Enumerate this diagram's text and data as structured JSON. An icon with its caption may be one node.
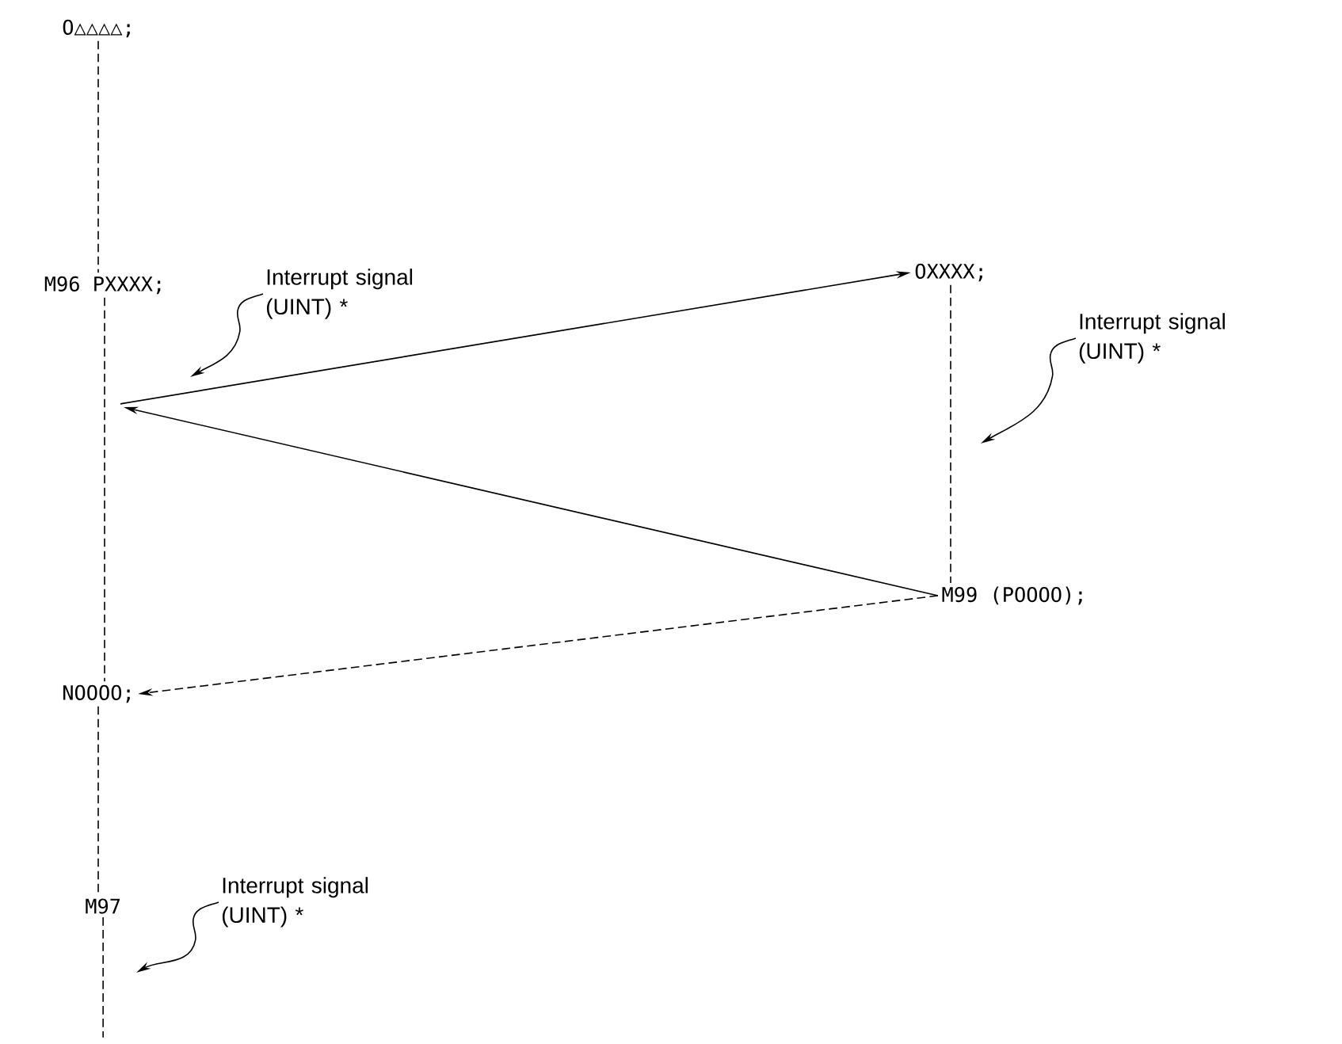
{
  "diagram": {
    "nodes": [
      {
        "text": [
          "O△△△△;"
        ]
      },
      {
        "text": [
          "M96 PXXXX;"
        ]
      },
      {
        "text": [
          "OXXXX;"
        ]
      },
      {
        "text": [
          "M99 (POOOO);"
        ]
      },
      {
        "text": [
          "NOOOO;"
        ]
      },
      {
        "text": [
          "M97"
        ]
      },
      {
        "text": [
          "Interrupt signal (UINT) *"
        ]
      },
      {
        "text": [
          "Interrupt signal (UINT) *"
        ]
      },
      {
        "text": [
          "Interrupt signal (UINT) *"
        ]
      }
    ],
    "edges": [
      {
        "from": 0,
        "to": 1,
        "arrow": "none",
        "style": "dashed"
      },
      {
        "from": 1,
        "to": 4,
        "arrow": "none",
        "style": "dashed"
      },
      {
        "from": 4,
        "to": 5,
        "arrow": "none",
        "style": "dashed"
      },
      {
        "from": 5,
        "to": null,
        "arrow": "none",
        "style": "dashed"
      },
      {
        "from": null,
        "to": 2,
        "arrow": "to"
      },
      {
        "from": 3,
        "to": null,
        "arrow": "to"
      },
      {
        "from": 3,
        "to": 4,
        "arrow": "to",
        "style": "dashed"
      },
      {
        "from": 2,
        "to": 3,
        "arrow": "none",
        "style": "dashed"
      },
      {
        "from": 6,
        "to": null,
        "arrow": "to"
      },
      {
        "from": 7,
        "to": null,
        "arrow": "to"
      },
      {
        "from": 8,
        "to": null,
        "arrow": "to"
      }
    ]
  }
}
